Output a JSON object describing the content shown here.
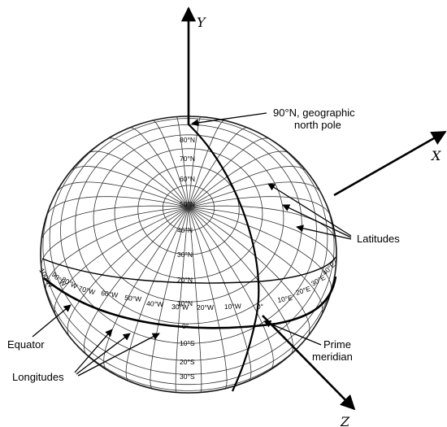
{
  "axes": {
    "y": "Y",
    "x": "X",
    "z": "Z"
  },
  "annotations": {
    "north_pole_line1": "90°N, geographic",
    "north_pole_line2": "north pole",
    "latitudes": "Latitudes",
    "equator": "Equator",
    "longitudes": "Longitudes",
    "prime_meridian_line1": "Prime",
    "prime_meridian_line2": "meridian"
  },
  "latitude_labels": [
    "80°N",
    "70°N",
    "60°N",
    "50°N",
    "40°N",
    "30°N",
    "20°N",
    "10°N",
    "0°",
    "10°S",
    "20°S",
    "30°S"
  ],
  "longitude_labels": [
    "100°W",
    "90°W",
    "80°W",
    "70°W",
    "60°W",
    "50°W",
    "40°W",
    "30°W",
    "20°W",
    "10°W",
    "0°",
    "10°E",
    "20°E",
    "30°E",
    "40°E"
  ]
}
